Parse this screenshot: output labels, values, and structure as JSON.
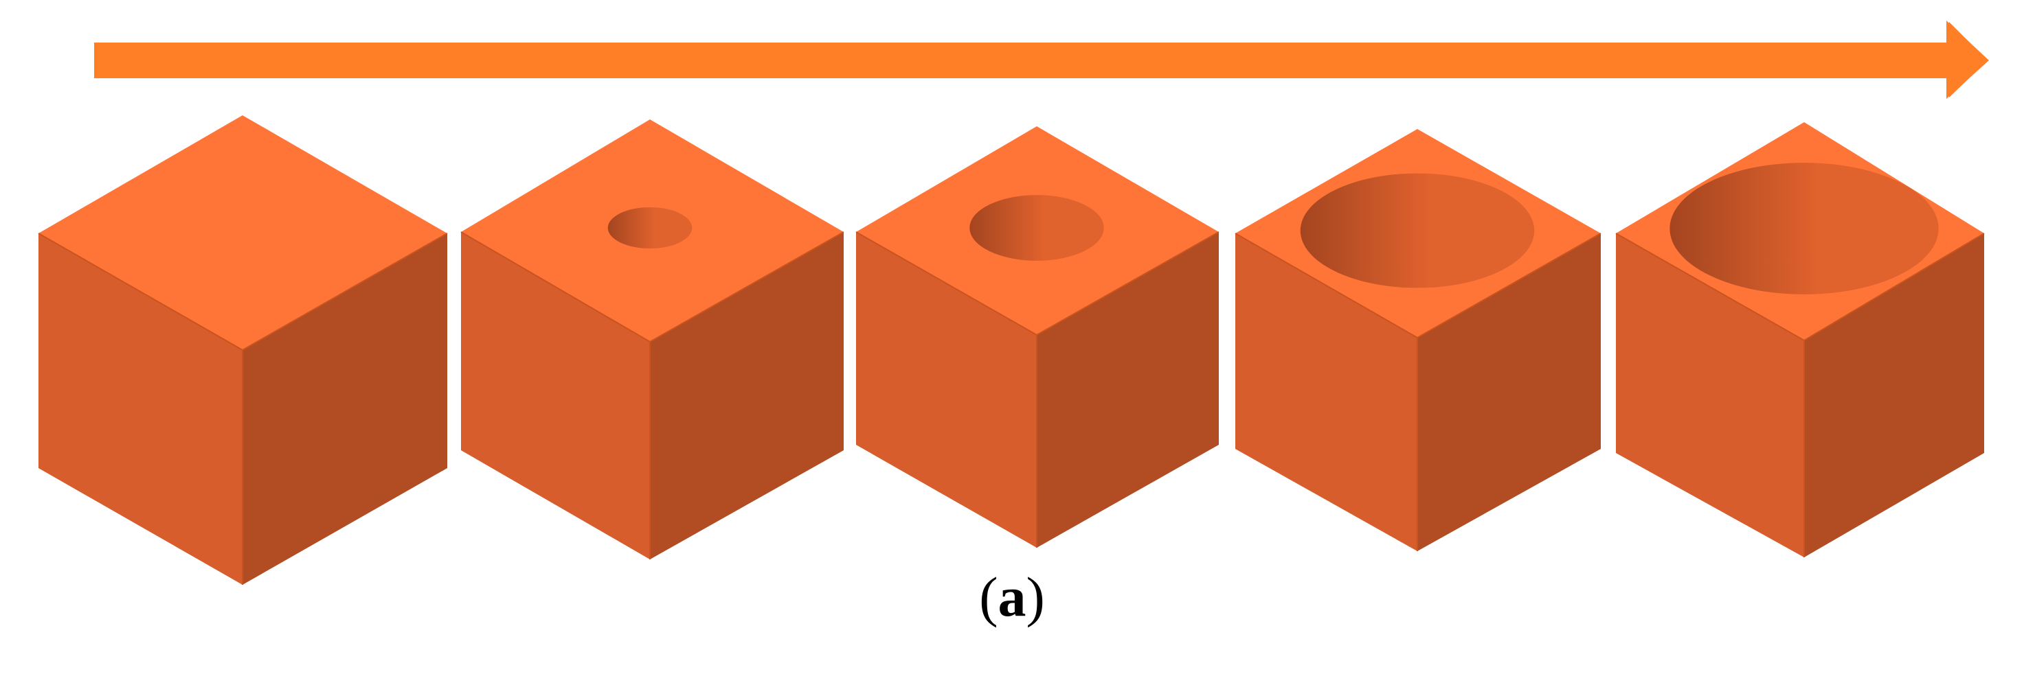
{
  "caption": {
    "open": "(",
    "letter": "a",
    "close": ")"
  },
  "colors": {
    "arrow": "#ff7f27",
    "top_face": "#ff7437",
    "left_face": "#d85d2c",
    "right_face": "#b24c22",
    "edge": "#c9541f",
    "hole_dark": "#a44520",
    "hole_light": "#e0622d"
  },
  "icons": {
    "arrow": "right-arrow-icon",
    "cube": "cube-icon"
  },
  "cubes": [
    {
      "stage": 1,
      "hole_fraction": 0.0
    },
    {
      "stage": 2,
      "hole_fraction": 0.22
    },
    {
      "stage": 3,
      "hole_fraction": 0.37
    },
    {
      "stage": 4,
      "hole_fraction": 0.64
    },
    {
      "stage": 5,
      "hole_fraction": 0.73
    }
  ]
}
